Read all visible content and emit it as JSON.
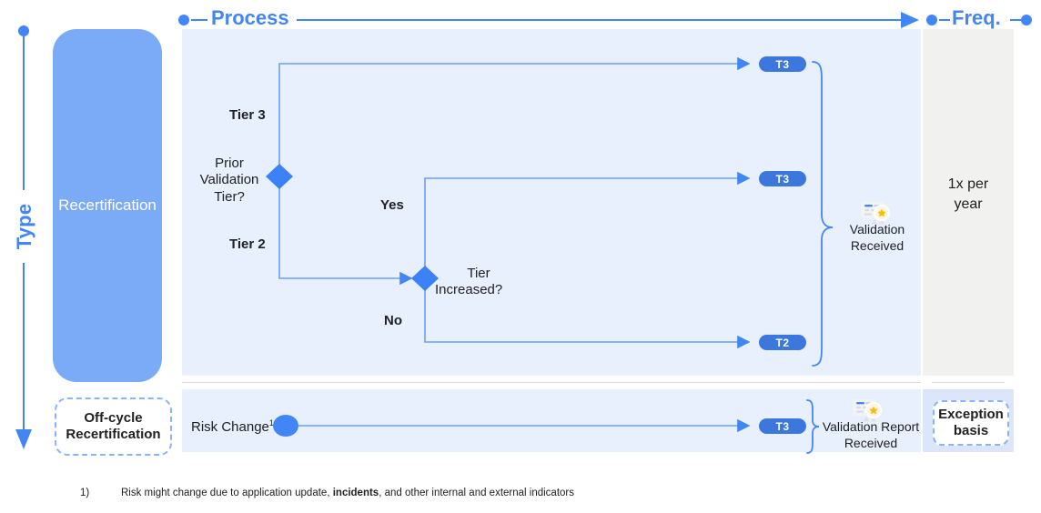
{
  "axes": {
    "type_label": "Type",
    "process_label": "Process",
    "freq_label": "Freq."
  },
  "lanes": [
    {
      "id": "recertification",
      "label": "Recertification",
      "style": "solid-blue"
    },
    {
      "id": "off-cycle",
      "label_line1": "Off-cycle",
      "label_line2": "Recertification",
      "style": "dashed"
    }
  ],
  "process": {
    "decision1": {
      "label_line1": "Prior",
      "label_line2": "Validation",
      "label_line3": "Tier?",
      "branch_top": "Tier 3",
      "branch_bottom": "Tier 2"
    },
    "decision2": {
      "label_line1": "Tier",
      "label_line2": "Increased?",
      "branch_top": "Yes",
      "branch_bottom": "No"
    },
    "badges": [
      {
        "id": "badge-top",
        "label": "T3"
      },
      {
        "id": "badge-mid",
        "label": "T3"
      },
      {
        "id": "badge-bottom",
        "label": "T2"
      }
    ],
    "outcome": {
      "line1": "Validation",
      "line2": "Received",
      "icon": "certificate-award-icon"
    }
  },
  "offcycle_process": {
    "start_label": "Risk Change",
    "start_superscript": "1",
    "badge": {
      "id": "badge-offcycle",
      "label": "T3"
    },
    "outcome": {
      "line1": "Validation Report",
      "line2": "Received",
      "icon": "certificate-award-icon"
    }
  },
  "frequency": {
    "recertification": {
      "line1": "1x per",
      "line2": "year"
    },
    "offcycle": {
      "line1": "Exception",
      "line2": "basis"
    }
  },
  "footnote": {
    "marker": "1)",
    "text_before": "Risk might change due to application update, ",
    "text_bold": "incidents",
    "text_after": ", and other internal and external indicators"
  },
  "colors": {
    "accent": "#4285f4",
    "lane_fill": "#7babf7",
    "panel_fill": "#e8f0fe",
    "freq_fill": "#f1f1f0",
    "badge_fill": "#3c77dd",
    "dashed_border": "#8ab4f8"
  }
}
